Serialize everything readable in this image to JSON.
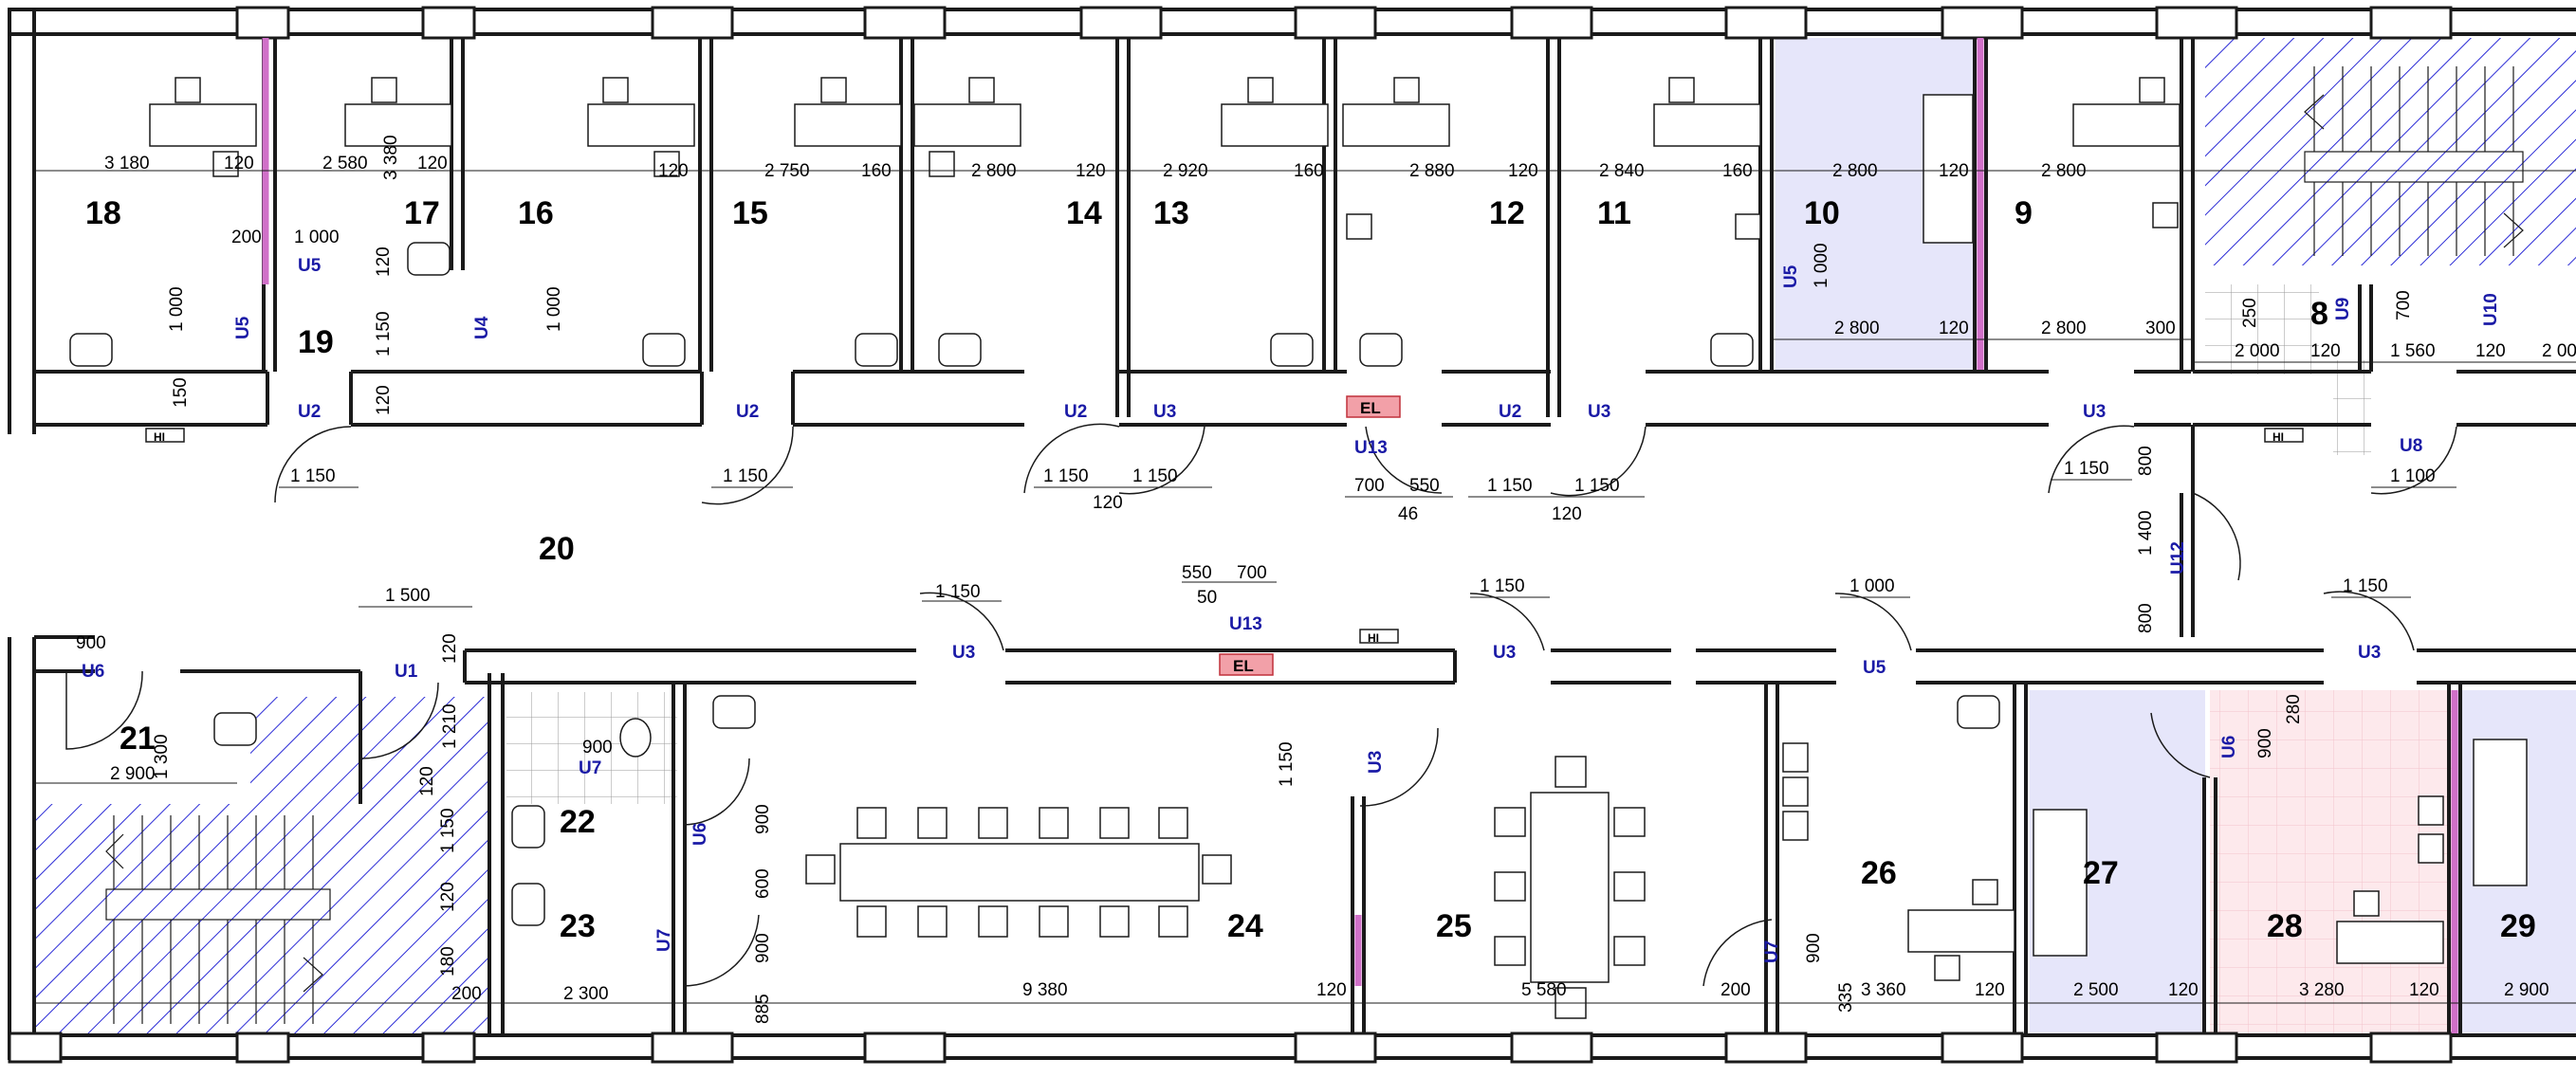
{
  "drawing": {
    "rooms": [
      {
        "id": "18"
      },
      {
        "id": "17"
      },
      {
        "id": "16"
      },
      {
        "id": "15"
      },
      {
        "id": "14"
      },
      {
        "id": "13"
      },
      {
        "id": "12"
      },
      {
        "id": "11"
      },
      {
        "id": "10"
      },
      {
        "id": "9"
      },
      {
        "id": "8"
      },
      {
        "id": "19"
      },
      {
        "id": "20"
      },
      {
        "id": "21"
      },
      {
        "id": "22"
      },
      {
        "id": "23"
      },
      {
        "id": "24"
      },
      {
        "id": "25"
      },
      {
        "id": "26"
      },
      {
        "id": "27"
      },
      {
        "id": "28"
      },
      {
        "id": "29"
      }
    ],
    "doors": {
      "u1": "U1",
      "u2": "U2",
      "u3": "U3",
      "u4": "U4",
      "u5": "U5",
      "u6": "U6",
      "u7": "U7",
      "u8": "U8",
      "u9": "U9",
      "u10": "U10",
      "u12": "U12",
      "u13": "U13"
    },
    "dims": {
      "d3180": "3 180",
      "d2580": "2 580",
      "d2750": "2 750",
      "d2800": "2 800",
      "d2920": "2 920",
      "d2880": "2 880",
      "d2840": "2 840",
      "d120": "120",
      "d160": "160",
      "d200": "200",
      "d1000": "1 000",
      "d1150": "1 150",
      "d150": "150",
      "d3380": "3 380",
      "d700": "700",
      "d550": "550",
      "d46": "46",
      "d50": "50",
      "d1500": "1 500",
      "d900": "900",
      "d1300": "1 300",
      "d2900": "2 900",
      "d1210": "1 210",
      "d180": "180",
      "d2300": "2 300",
      "d9380": "9 380",
      "d5580": "5 580",
      "d3360": "3 360",
      "d2500": "2 500",
      "d3280": "3 280",
      "d600": "600",
      "d885": "885",
      "d335": "335",
      "d300": "300",
      "d280": "280",
      "d250": "250",
      "d2000": "2 000",
      "d1560": "1 560",
      "d1100": "1 100",
      "d1400": "1 400",
      "d800": "800",
      "d2000b": "2 00"
    },
    "labels": {
      "el": "EL",
      "hi": "HI"
    },
    "colors": {
      "wall": "#1a1a1a",
      "stair_hatch": "#2b2bd6",
      "office_blue": "#e6e6fa",
      "office_pink": "#fde9ec",
      "elevator": "#f2a0a8",
      "partition": "#d070c8"
    }
  }
}
